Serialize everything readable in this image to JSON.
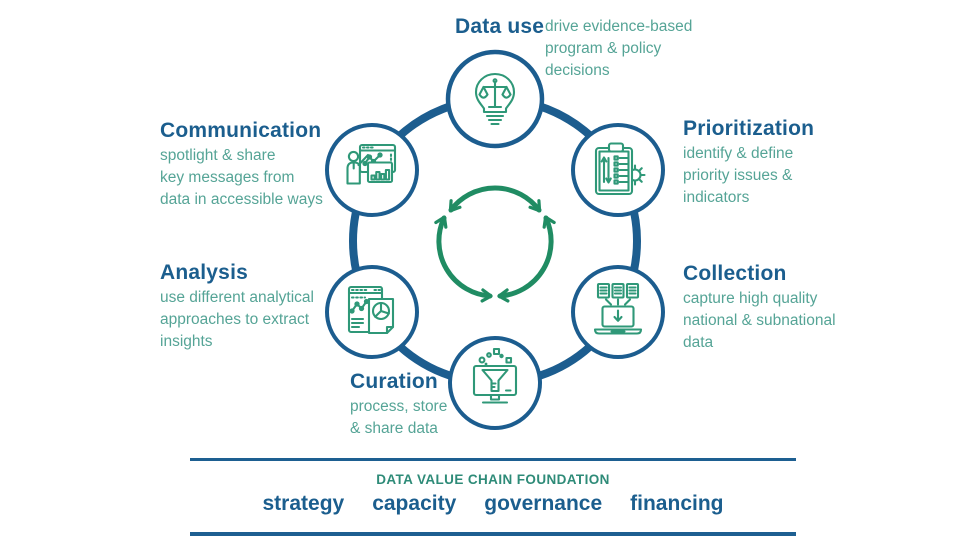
{
  "colors": {
    "ring_blue": "#1c5d8f",
    "heading_blue": "#1b5e8e",
    "description_teal": "#55a496",
    "icon_green": "#2f9878",
    "cycle_arrow_green": "#208c63",
    "foundation_title_teal": "#2e8b78"
  },
  "diagram": {
    "nodes": [
      {
        "id": "data-use",
        "label": "Data use",
        "description": "drive evidence-based\nprogram & policy\ndecisions",
        "icon": "lightbulb-scales-icon"
      },
      {
        "id": "prioritization",
        "label": "Prioritization",
        "description": "identify & define\npriority issues &\nindicators",
        "icon": "clipboard-gear-icon"
      },
      {
        "id": "collection",
        "label": "Collection",
        "description": "capture high quality\nnational & subnational\ndata",
        "icon": "laptop-download-icon"
      },
      {
        "id": "curation",
        "label": "Curation",
        "description": "process, store\n& share data",
        "icon": "monitor-funnel-icon"
      },
      {
        "id": "analysis",
        "label": "Analysis",
        "description": "use different analytical\napproaches to extract\ninsights",
        "icon": "charts-window-icon"
      },
      {
        "id": "communication",
        "label": "Communication",
        "description": "spotlight & share\nkey messages from\ndata in accessible ways",
        "icon": "presenter-chart-icon"
      }
    ],
    "center_icon": "cycle-arrows-icon"
  },
  "foundation": {
    "title": "DATA VALUE CHAIN FOUNDATION",
    "items": [
      "strategy",
      "capacity",
      "governance",
      "financing"
    ]
  }
}
